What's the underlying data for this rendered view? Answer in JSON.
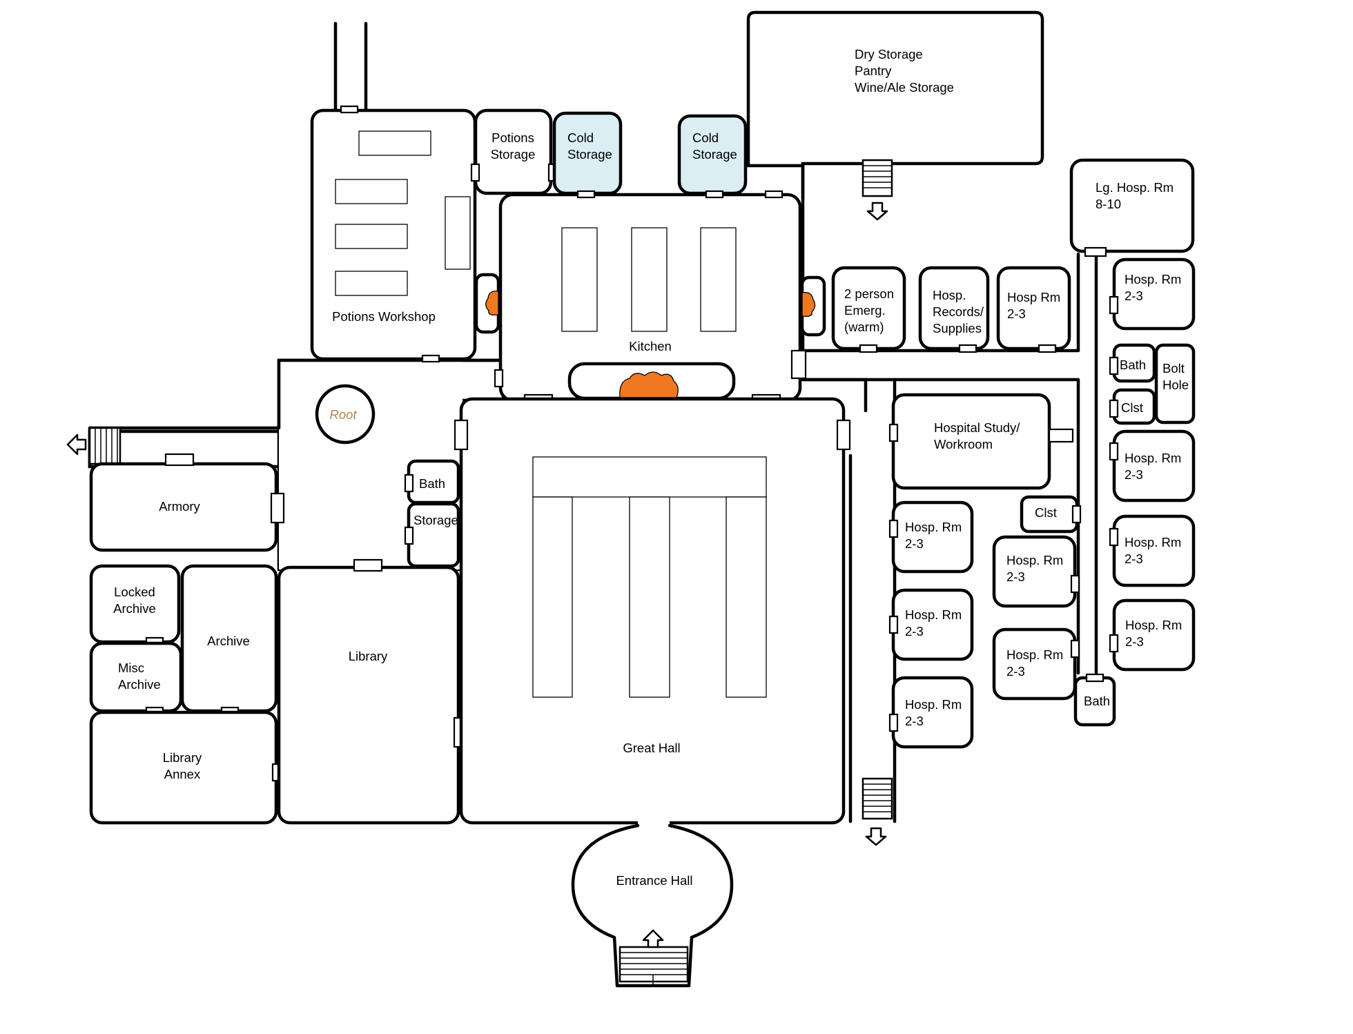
{
  "map": {
    "colors": {
      "wall": "#000000",
      "floor": "#ffffff",
      "cold_storage": "#dbeef4",
      "fire": "#f07820",
      "root_label": "#b4824a"
    },
    "rooms": {
      "dry_storage": [
        "Dry Storage",
        "Pantry",
        "Wine/Ale Storage"
      ],
      "potions_storage": [
        "Potions",
        "Storage"
      ],
      "cold_storage_1": [
        "Cold",
        "Storage"
      ],
      "cold_storage_2": [
        "Cold",
        "Storage"
      ],
      "potions_workshop": "Potions Workshop",
      "kitchen": "Kitchen",
      "root": "Root",
      "armory": "Armory",
      "bath_west": "Bath",
      "storage_west": "Storage",
      "locked_archive": [
        "Locked",
        "Archive"
      ],
      "archive": "Archive",
      "misc_archive": [
        "Misc",
        "Archive"
      ],
      "library": "Library",
      "library_annex": [
        "Library",
        "Annex"
      ],
      "great_hall": "Great Hall",
      "entrance_hall": "Entrance Hall",
      "emergency_room": [
        "2 person",
        "Emerg.",
        "(warm)"
      ],
      "hosp_records": [
        "Hosp.",
        "Records/",
        "Supplies"
      ],
      "hosp_rm_north": [
        "Hosp Rm",
        "2-3"
      ],
      "lg_hosp_rm": [
        "Lg. Hosp. Rm",
        "8-10"
      ],
      "hosp_rm_e1": [
        "Hosp. Rm",
        "2-3"
      ],
      "bath_east_1": "Bath",
      "bolt_hole": [
        "Bolt",
        "Hole"
      ],
      "clst_east": "Clst",
      "hosp_rm_e2": [
        "Hosp. Rm",
        "2-3"
      ],
      "hosp_rm_e3": [
        "Hosp. Rm",
        "2-3"
      ],
      "hosp_rm_e4": [
        "Hosp. Rm",
        "2-3"
      ],
      "bath_east_2": "Bath",
      "hospital_study": [
        "Hospital Study/",
        "Workroom"
      ],
      "clst_center": "Clst",
      "hosp_rm_c1": [
        "Hosp. Rm",
        "2-3"
      ],
      "hosp_rm_c2": [
        "Hosp. Rm",
        "2-3"
      ],
      "hosp_rm_c3": [
        "Hosp. Rm",
        "2-3"
      ],
      "hosp_rm_m1": [
        "Hosp. Rm",
        "2-3"
      ],
      "hosp_rm_m2": [
        "Hosp. Rm",
        "2-3"
      ]
    },
    "icons": [
      "stairs-icon",
      "arrow-icon",
      "fireplace-icon",
      "door-icon",
      "table-icon"
    ]
  }
}
